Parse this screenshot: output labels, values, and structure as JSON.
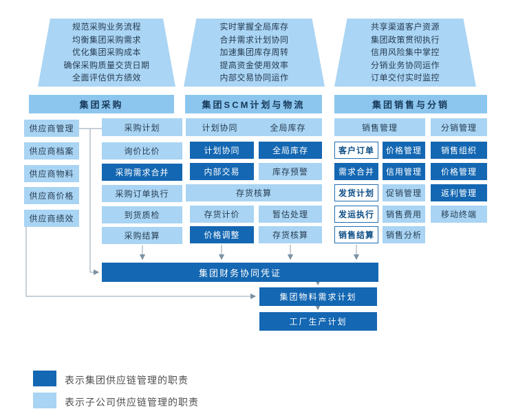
{
  "colors": {
    "group_blue": "#1467b2",
    "subsidiary_blue": "#a9d4f3",
    "header_blue": "#8cc6ee",
    "connector_gray": "#a3b2bd"
  },
  "goals": {
    "procurement": [
      "规范采购业务流程",
      "均衡集团采购需求",
      "优化集团采购成本",
      "确保采购质量交货日期",
      "全面评估供方绩效"
    ],
    "scm": [
      "实时掌握全局库存",
      "合并需求计划协同",
      "加速集团库存周转",
      "提高资金使用效率",
      "内部交易协同运作"
    ],
    "sales": [
      "共享渠道客户资源",
      "集团政策贯彻执行",
      "信用风险集中掌控",
      "分销业务协同运作",
      "订单交付实时监控"
    ]
  },
  "headers": {
    "procurement": "集团采购",
    "scm": "集团SCM计划与物流",
    "sales": "集团销售与分销"
  },
  "supplier": {
    "items": [
      "供应商管理",
      "供应商档案",
      "供应商物料",
      "供应商价格",
      "供应商绩效"
    ]
  },
  "procurement": {
    "items": [
      "采购计划",
      "询价比价",
      "采购需求合并",
      "采购订单执行",
      "到货质检",
      "采购结算"
    ]
  },
  "scm": {
    "top_headers": [
      "计划协同",
      "全局库存"
    ],
    "plan_collaboration": "计划协同",
    "internal_trade": "内部交易",
    "global_inventory": "全局库存",
    "inventory_warning": "库存预警",
    "inventory_accounting_header": "存货核算",
    "inventory_valuation": "存货计价",
    "price_adjustment": "价格调整",
    "estimate_processing": "暂估处理",
    "inventory_accounting": "存货核算"
  },
  "sales": {
    "header_sales": "销售管理",
    "header_distribution": "分销管理",
    "col1": [
      "客户订单",
      "需求合并",
      "发货计划",
      "发运执行",
      "销售结算"
    ],
    "col2": [
      "价格管理",
      "信用管理",
      "促销管理",
      "销售费用",
      "销售分析"
    ],
    "col3": [
      "销售组织",
      "价格管理",
      "返利管理",
      "移动终端"
    ]
  },
  "bottom": {
    "finance_voucher": "集团财务协同凭证",
    "group_mrp": "集团物料需求计划",
    "factory_production": "工厂生产计划"
  },
  "legend": [
    {
      "color": "#1467b2",
      "label": "表示集团供应链管理的职责"
    },
    {
      "color": "#a9d4f3",
      "label": "表示子公司供应链管理的职责"
    }
  ]
}
